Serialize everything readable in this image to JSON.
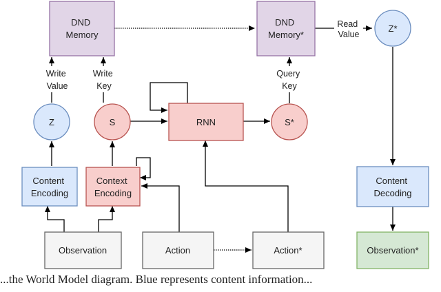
{
  "nodes": {
    "dnd_memory": [
      "DND",
      "Memory"
    ],
    "dnd_memory_star": [
      "DND",
      "Memory*"
    ],
    "z_star": "Z*",
    "z": "Z",
    "s": "S",
    "rnn": "RNN",
    "s_star": "S*",
    "content_encoding": [
      "Content",
      "Encoding"
    ],
    "context_encoding": [
      "Context",
      "Encoding"
    ],
    "content_decoding": [
      "Content",
      "Decoding"
    ],
    "observation": "Observation",
    "action": "Action",
    "action_star": "Action*",
    "observation_star": "Observation*"
  },
  "edge_labels": {
    "read_value": [
      "Read",
      "Value"
    ],
    "write_value": [
      "Write",
      "Value"
    ],
    "write_key": [
      "Write",
      "Key"
    ],
    "query_key": [
      "Query",
      "Key"
    ]
  },
  "caption": "...the World Model diagram. Blue represents content information..."
}
